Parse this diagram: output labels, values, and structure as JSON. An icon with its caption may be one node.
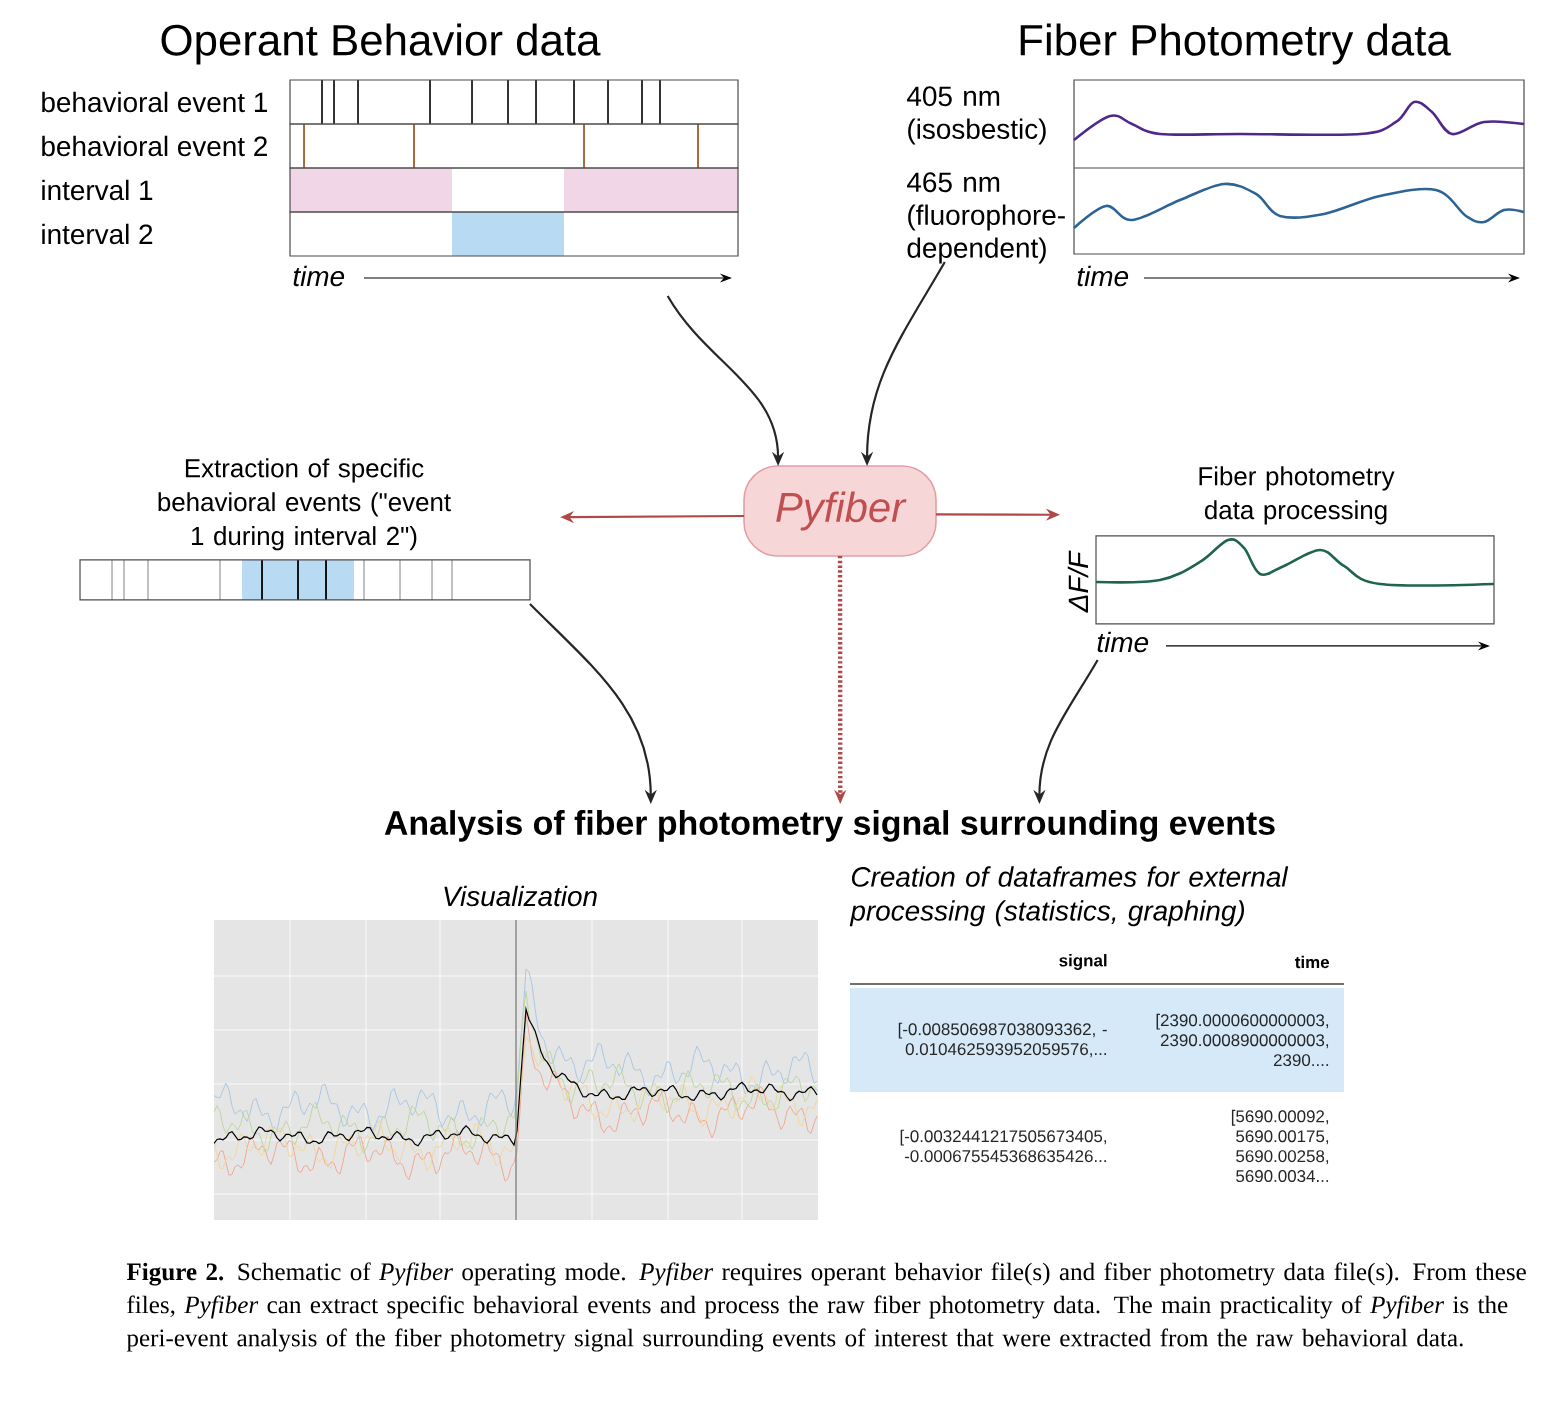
{
  "diagram": {
    "caption": "**Figure 2.** Schematic of *Pyfiber* operating mode. *Pyfiber* requires operant behavior file(s) and fiber photometry data file(s). From these files, *Pyfiber* can extract specific behavioral events and process the raw fiber photometry data. The main practicality of *Pyfiber* is the peri-event analysis of the fiber photometry signal surrounding events of interest that were extracted from the raw behavioral data.",
    "nodes": [
      {
        "text": [
          "Operant Behavior data",
          "time"
        ],
        "beside": [
          "behavioral event 1",
          "behavioral event 2",
          "interval 1",
          "interval 2"
        ]
      },
      {
        "text": [
          "Fiber Photometry data"
        ],
        "beside": [
          "405 nm (isosbestic)",
          "465 nm (fluorophore-dependent)",
          "time"
        ]
      },
      {
        "text": [
          "Pyfiber"
        ]
      },
      {
        "text": [
          "Extraction of specific behavioral events (\"event 1 during interval 2\")"
        ]
      },
      {
        "text": [
          "Fiber photometry data processing"
        ],
        "beside": [
          "ΔF/F",
          "time"
        ]
      },
      {
        "text": [
          "Analysis of fiber photometry signal surrounding events"
        ]
      }
    ],
    "edges": [
      {
        "from": 0,
        "to": 2,
        "arrow": "to"
      },
      {
        "from": 1,
        "to": 2,
        "arrow": "to"
      },
      {
        "from": 2,
        "to": 3,
        "arrow": "to",
        "color": "#b04848"
      },
      {
        "from": 2,
        "to": 4,
        "arrow": "to",
        "color": "#b04848"
      },
      {
        "from": 2,
        "to": 5,
        "arrow": "to",
        "style": "dashed",
        "color": "#b04848"
      },
      {
        "from": 3,
        "to": 5,
        "arrow": "to"
      },
      {
        "from": 4,
        "to": 5,
        "arrow": "to"
      }
    ],
    "labels": [
      "Visualization",
      "Creation of dataframes for external processing (statistics, graphing)",
      "signal",
      "time",
      "[-0.008506987038093362, -0.010462593952059576,...",
      "[2390.0000600000003, 2390.0008900000003, 2390....",
      "[-0.0032441217505673405, -0.000675545368635426...",
      "[5690.00092, 5690.00175, 5690.00258, 5690.0034..."
    ]
  }
}
